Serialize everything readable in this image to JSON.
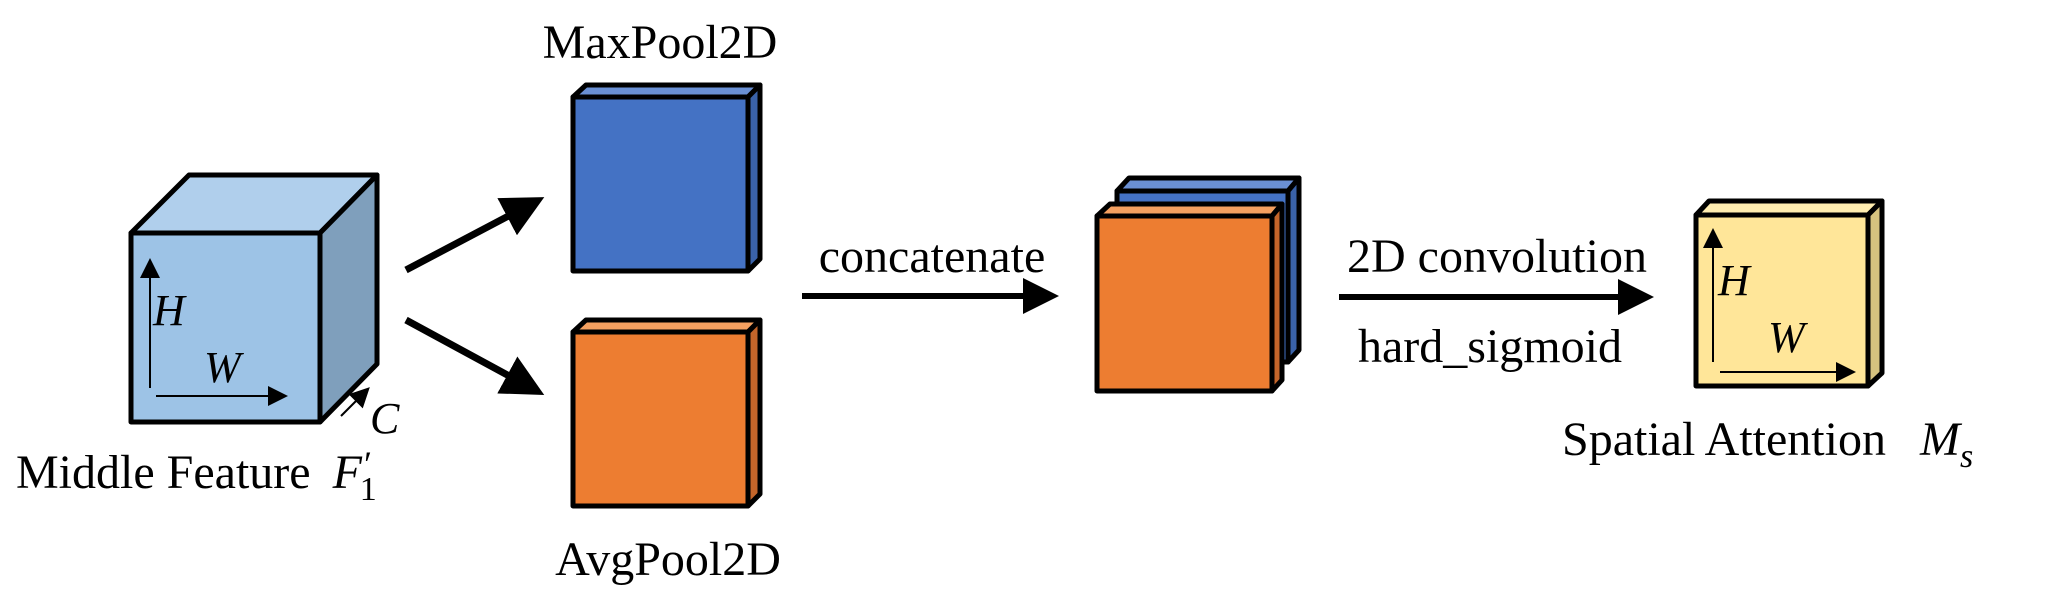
{
  "diagram": {
    "title": "Spatial attention module",
    "nodes": {
      "input": {
        "label": "Middle Feature",
        "symbol": "F",
        "symbol_sub": "1",
        "symbol_prime": "′",
        "axis_h": "H",
        "axis_w": "W",
        "axis_c": "C",
        "colors": {
          "front": "#9DC3E6",
          "top": "#B0CFEC",
          "side": "#7F9FBC"
        }
      },
      "maxpool": {
        "label": "MaxPool2D",
        "colors": {
          "front": "#4472C4",
          "top": "#6A90D4",
          "side": "#3A62A8"
        }
      },
      "avgpool": {
        "label": "AvgPool2D",
        "colors": {
          "front": "#ED7D31",
          "top": "#F4A060",
          "side": "#C4652A"
        }
      },
      "concat_block": {
        "colors_front_layer": {
          "front": "#ED7D31",
          "top": "#F4A060",
          "side": "#C4652A"
        },
        "colors_back_layer": {
          "front": "#4472C4",
          "top": "#6A90D4",
          "side": "#3A62A8"
        }
      },
      "output": {
        "label": "Spatial Attention",
        "symbol": "M",
        "symbol_sub": "s",
        "axis_h": "H",
        "axis_w": "W",
        "colors": {
          "front": "#FFE699",
          "top": "#FFEDB0",
          "side": "#D6C27F"
        }
      }
    },
    "edges": {
      "to_maxpool": {
        "label": ""
      },
      "to_avgpool": {
        "label": ""
      },
      "concat": {
        "label": "concatenate"
      },
      "conv": {
        "label_top": "2D convolution",
        "label_bottom": "hard_sigmoid"
      }
    }
  }
}
